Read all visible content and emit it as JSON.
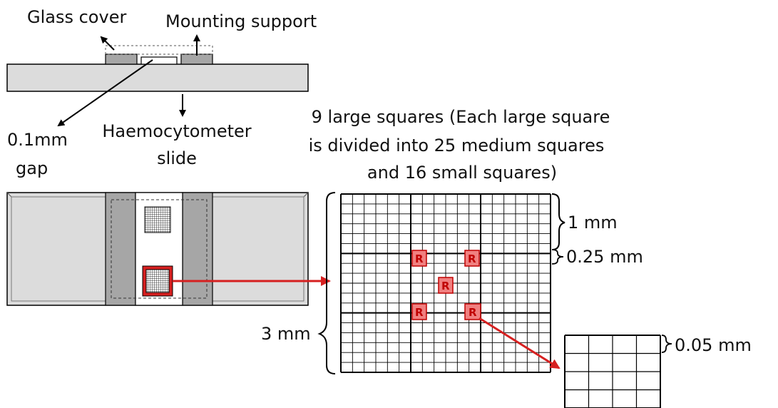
{
  "labels": {
    "glass_cover": "Glass cover",
    "mounting_support": "Mounting support",
    "gap_line1": "0.1mm",
    "gap_line2": "gap",
    "slide_line1": "Haemocytometer",
    "slide_line2": "slide",
    "squares_line1": "9 large squares (Each large square",
    "squares_line2": "is divided into 25 medium squares",
    "squares_line3": "and 16 small squares)",
    "dim_1mm": "1 mm",
    "dim_025mm": "0.25 mm",
    "dim_3mm": "3 mm",
    "dim_005mm": "0.05 mm",
    "counting_square_mark": "R"
  },
  "colors": {
    "slide_fill": "#dcdcdc",
    "support_fill": "#a6a6a6",
    "highlight_red": "#d62020",
    "line": "#000000"
  }
}
